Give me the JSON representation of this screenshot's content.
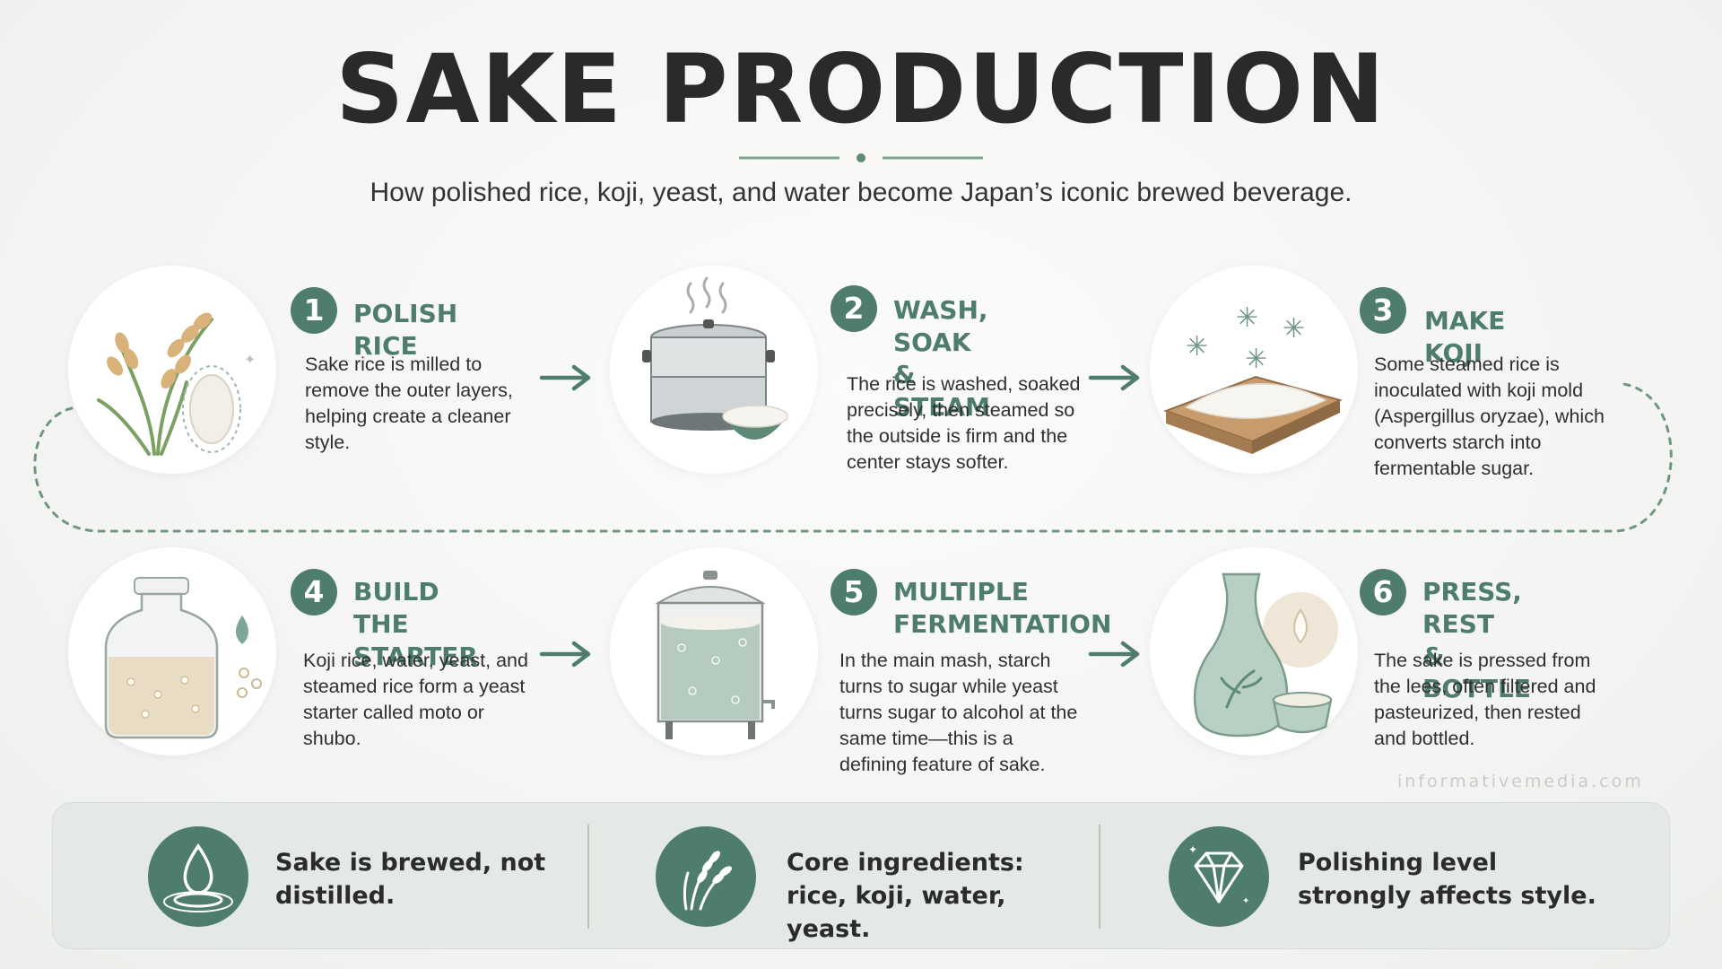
{
  "title": "SAKE PRODUCTION",
  "subtitle": "How polished rice, koji, yeast, and water become Japan’s iconic brewed beverage.",
  "accent_color": "#4f7d6c",
  "steps": [
    {
      "number": "1",
      "title": "POLISH RICE",
      "description": "Sake rice is milled to remove the outer layers, helping create a cleaner style.",
      "icon": "rice-stalk-icon"
    },
    {
      "number": "2",
      "title": "WASH, SOAK\n& STEAM",
      "description": "The rice is washed, soaked precisely, then steamed so the outside is firm and the center stays softer.",
      "icon": "steamer-pot-icon"
    },
    {
      "number": "3",
      "title": "MAKE KOJI",
      "description": "Some steamed rice is inoculated with koji mold (Aspergillus oryzae), which converts starch into fermentable sugar.",
      "icon": "koji-tray-icon"
    },
    {
      "number": "4",
      "title": "BUILD THE\nSTARTER",
      "description": "Koji rice, water, yeast, and steamed rice form a yeast starter called moto or shubo.",
      "icon": "starter-jar-icon"
    },
    {
      "number": "5",
      "title": "MULTIPLE\nFERMENTATION",
      "description": "In the main mash, starch turns to sugar while yeast turns sugar to alcohol at the same time—this is a defining feature of sake.",
      "icon": "fermentation-tank-icon"
    },
    {
      "number": "6",
      "title": "PRESS, REST\n& BOTTLE",
      "description": "The sake is pressed from the lees, often filtered and pasteurized, then rested and bottled.",
      "icon": "sake-bottle-icon"
    }
  ],
  "facts": [
    {
      "text": "Sake is brewed, not distilled.",
      "icon": "water-drop-icon"
    },
    {
      "text": "Core ingredients: rice, koji, water, yeast.",
      "icon": "rice-grain-icon"
    },
    {
      "text": "Polishing level strongly affects style.",
      "icon": "diamond-icon"
    }
  ],
  "watermark": "informativemedia.com"
}
